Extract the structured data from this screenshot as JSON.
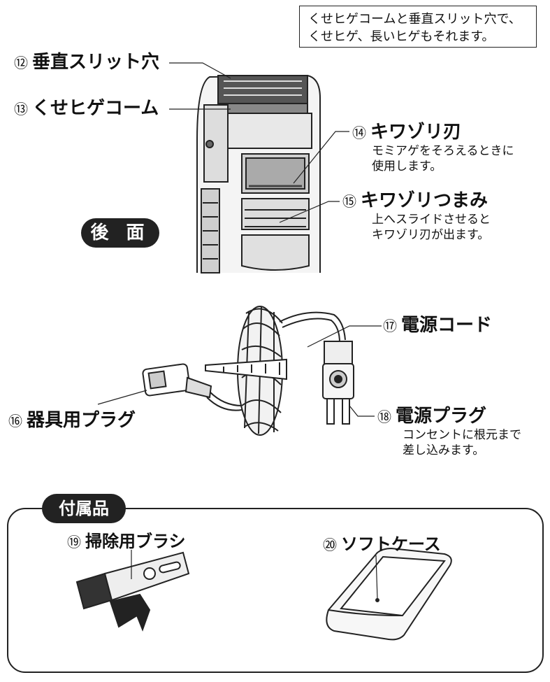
{
  "note": {
    "line1": "くせヒゲコームと垂直スリット穴で、",
    "line2": "くせヒゲ、長いヒゲもそれます。"
  },
  "rear_label": "後 面",
  "parts": {
    "p12": {
      "num": "⑫",
      "name": "垂直スリット穴"
    },
    "p13": {
      "num": "⑬",
      "name": "くせヒゲコーム"
    },
    "p14": {
      "num": "⑭",
      "name": "キワゾリ刃",
      "desc1": "モミアゲをそろえるときに",
      "desc2": "使用します。"
    },
    "p15": {
      "num": "⑮",
      "name": "キワゾリつまみ",
      "desc1": "上へスライドさせると",
      "desc2": "キワゾリ刃が出ます。"
    },
    "p16": {
      "num": "⑯",
      "name": "器具用プラグ"
    },
    "p17": {
      "num": "⑰",
      "name": "電源コード"
    },
    "p18": {
      "num": "⑱",
      "name": "電源プラグ",
      "desc1": "コンセントに根元まで",
      "desc2": "差し込みます。"
    }
  },
  "accessories": {
    "title": "付属品",
    "a19": {
      "num": "⑲",
      "name": "掃除用ブラシ"
    },
    "a20": {
      "num": "⑳",
      "name": "ソフトケース"
    }
  }
}
